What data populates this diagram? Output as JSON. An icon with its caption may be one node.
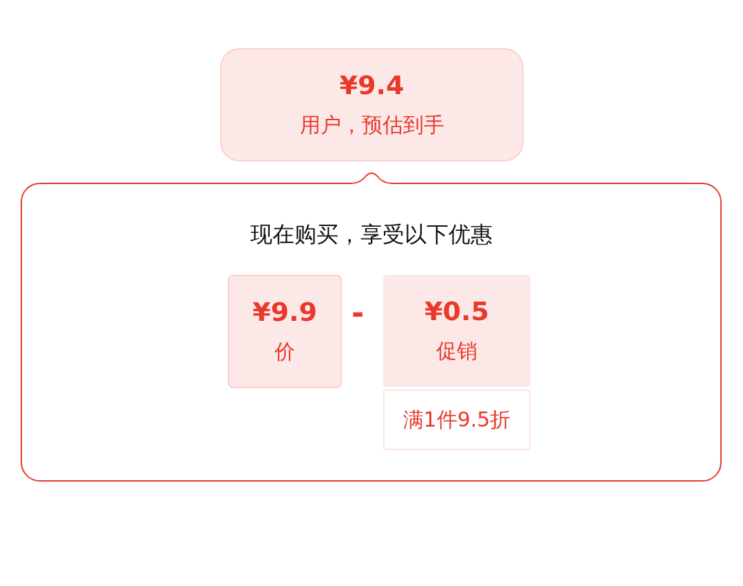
{
  "diagram": {
    "nodes": [
      {
        "text": [
          "¥9.4",
          "用户，预估到手"
        ]
      },
      {
        "text": [
          "现在购买，享受以下优惠"
        ]
      },
      {
        "text": [
          "¥9.9",
          "价"
        ],
        "in": 1
      },
      {
        "text": [
          "¥0.5",
          "促销"
        ],
        "in": 1
      },
      {
        "text": [
          "满1件9.5折"
        ],
        "in": 1
      }
    ],
    "edges": [],
    "labels": [
      "-"
    ]
  }
}
